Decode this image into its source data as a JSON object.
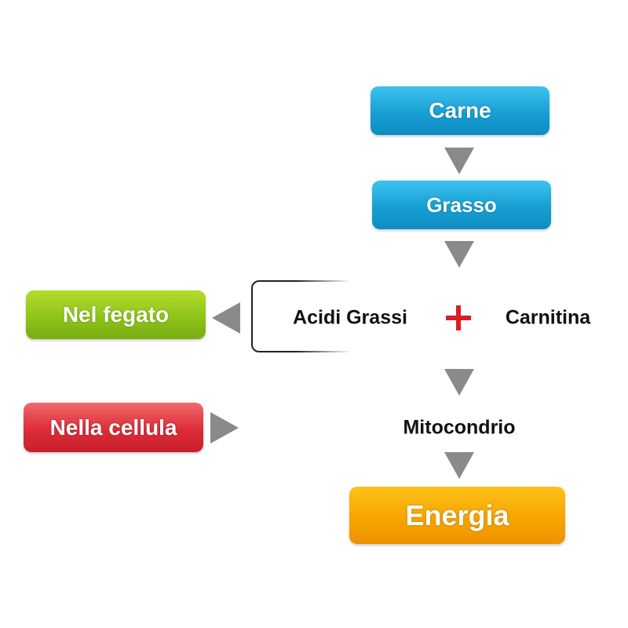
{
  "nodes": {
    "carne": "Carne",
    "grasso": "Grasso",
    "nel_fegato": "Nel fegato",
    "acidi_grassi": "Acidi Grassi",
    "carnitina": "Carnitina",
    "nella_cellula": "Nella cellula",
    "mitocondrio": "Mitocondrio",
    "energia": "Energia"
  },
  "colors": {
    "blue": "#169fd4",
    "green": "#8fc41a",
    "red": "#dd2c38",
    "orange": "#f7a400",
    "arrow": "#8a8a8a",
    "plus": "#d4202a"
  }
}
